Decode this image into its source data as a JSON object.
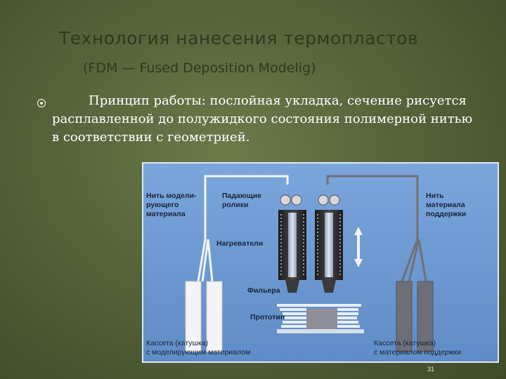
{
  "slide": {
    "title": "Технология нанесения термопластов",
    "subtitle": "(FDM — Fused Deposition Modelig)",
    "bullet_icon": "circle-dot-bullet-icon",
    "body": "Принцип работы: послойная укладка, сечение рисуется расплавленной до полужидкого состояния полимерной нитью в соответствии с геометрией.",
    "page_number": "31"
  },
  "figure": {
    "labels": {
      "model_filament": "Нить модели-\nрующего\nматериала",
      "feed_rollers": "Падающие\nролики",
      "heaters": "Нагреватели",
      "nozzle": "Фильера",
      "prototype": "Прототип",
      "support_filament": "Нить\nматериала\nподдержки",
      "model_cassette": "Кассета (катушка)\nс моделирующим материалом",
      "support_cassette": "Кассета (катушка)\nс материалом поддержки"
    },
    "colors": {
      "background": "#6d9ad2",
      "model_material": "#f4f4f4",
      "support_material": "#6e6e78",
      "heater": "#2a2a2a"
    }
  }
}
